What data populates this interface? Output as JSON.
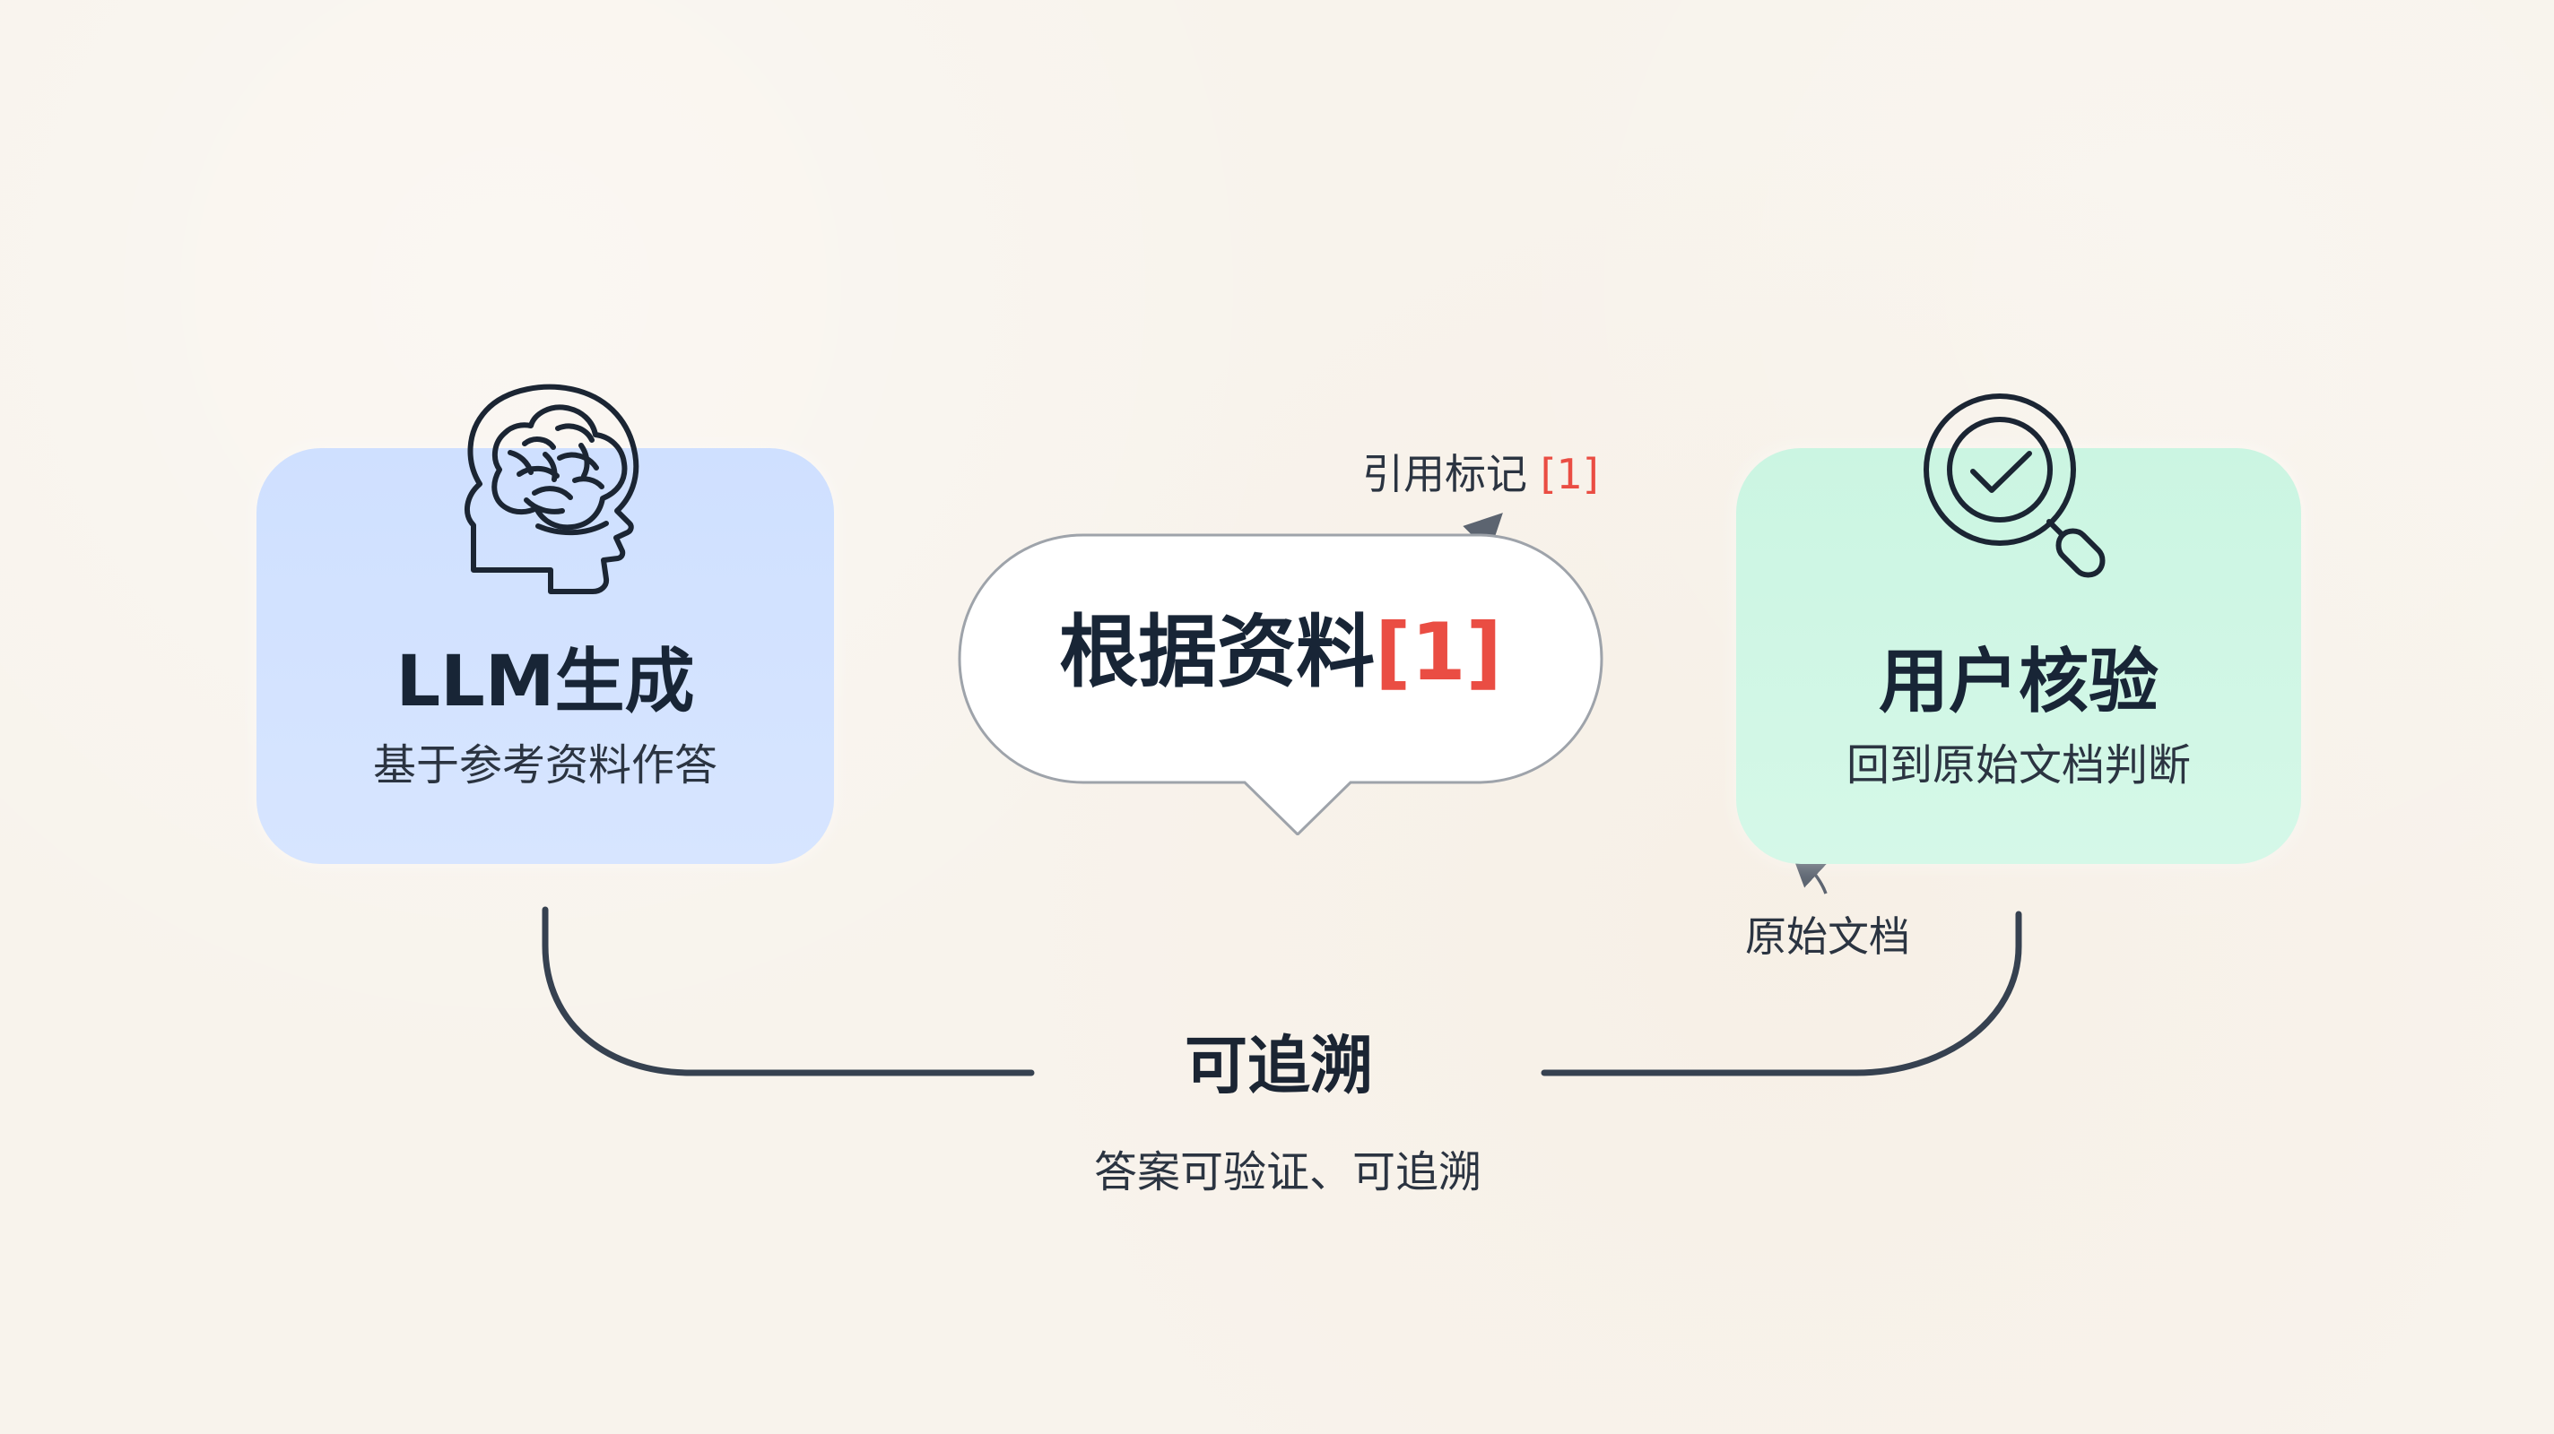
{
  "diagram": {
    "left_card": {
      "title": "LLM生成",
      "subtitle": "基于参考资料作答",
      "icon": "brain-head-icon",
      "background": "#d5e4ff"
    },
    "center_bubble": {
      "text": "根据资料",
      "citation": "[1]"
    },
    "citation_note": {
      "text": "引用标记",
      "citation": "[1]"
    },
    "right_card": {
      "title": "用户核验",
      "subtitle": "回到原始文档判断",
      "icon": "magnifier-check-icon",
      "background": "#d3f7e6"
    },
    "source_note": {
      "text": "原始文档"
    },
    "bottom": {
      "title": "可追溯",
      "subtitle": "答案可验证、可追溯"
    }
  }
}
